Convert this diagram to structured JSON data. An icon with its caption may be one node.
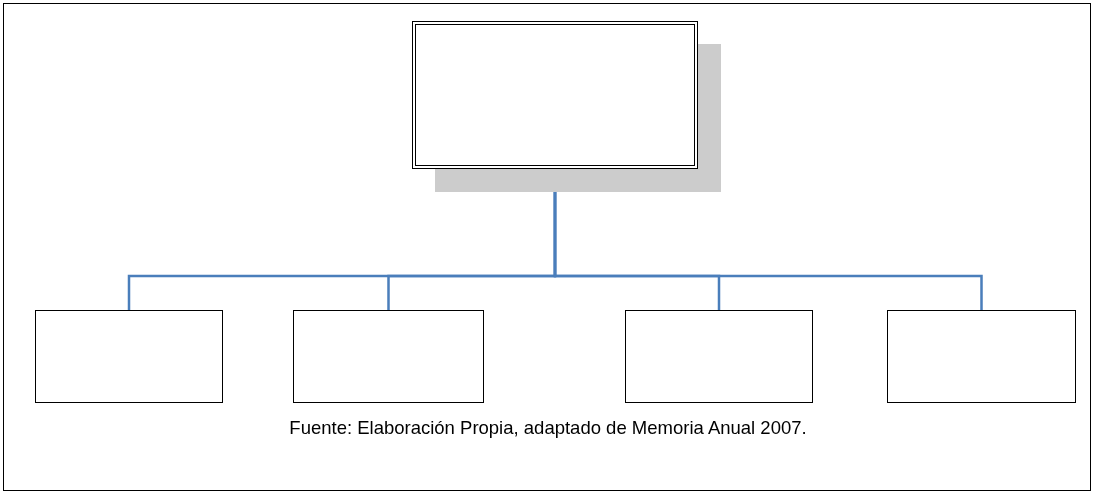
{
  "diagram": {
    "caption": "Fuente: Elaboración Propia, adaptado de Memoria Anual 2007.",
    "nodes": [
      {
        "text": [],
        "shape": "box"
      },
      {
        "text": [],
        "shape": "box"
      },
      {
        "text": [],
        "shape": "box"
      },
      {
        "text": [],
        "shape": "box"
      },
      {
        "text": [],
        "shape": "box"
      }
    ],
    "edges": [
      {
        "from": 0,
        "to": 1,
        "arrow": "none"
      },
      {
        "from": 0,
        "to": 2,
        "arrow": "none"
      },
      {
        "from": 0,
        "to": 3,
        "arrow": "none"
      },
      {
        "from": 0,
        "to": 4,
        "arrow": "none"
      }
    ]
  }
}
